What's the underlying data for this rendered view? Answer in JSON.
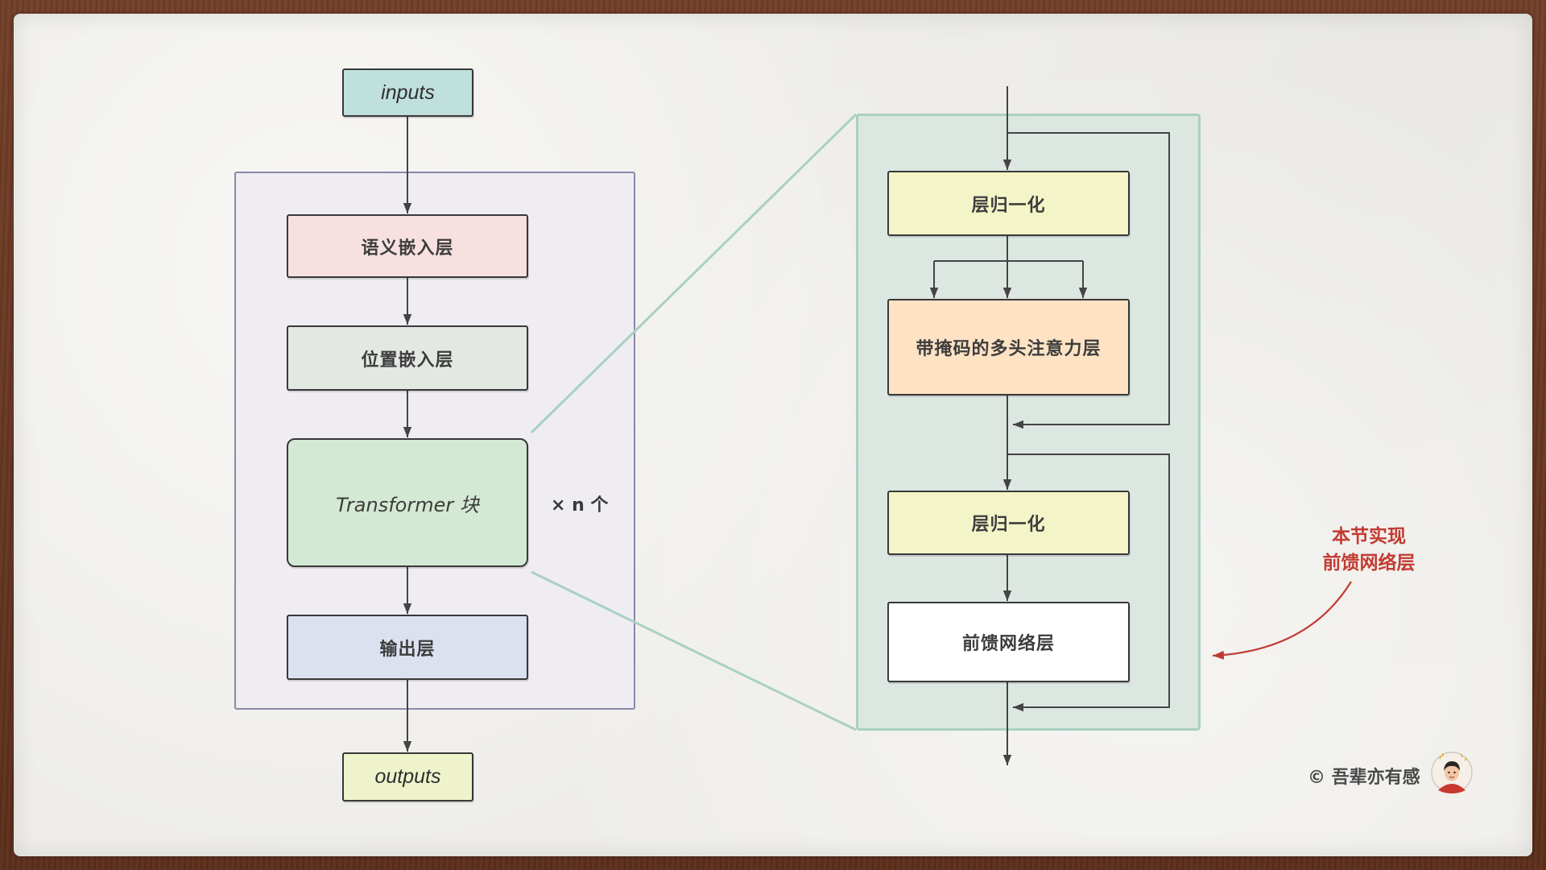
{
  "diagram": {
    "left": {
      "input_label": "inputs",
      "semantic_embedding": "语义嵌入层",
      "position_embedding": "位置嵌入层",
      "transformer_block": "Transformer 块",
      "repeat_label": "× n 个",
      "output_layer": "输出层",
      "output_label": "outputs"
    },
    "detail": {
      "layer_norm_1": "层归一化",
      "masked_attention": "带掩码的多头注意力层",
      "layer_norm_2": "层归一化",
      "feed_forward": "前馈网络层"
    },
    "annotation": {
      "line1": "本节实现",
      "line2": "前馈网络层"
    },
    "credit": "© 吾辈亦有感"
  },
  "colors": {
    "inputs": "#bfe0dd",
    "semantic_embedding": "#f8e0e1",
    "position_embedding": "#e3e8e3",
    "transformer_block": "#d3e9d4",
    "output_layer": "#dce1f0",
    "outputs": "#eef3cc",
    "left_container": "#efedf2",
    "right_container": "#dde7e1",
    "layer_norm": "#f3f5c8",
    "masked_attention": "#fde2c4",
    "feed_forward": "#ffffff",
    "accent_red": "#c23b32",
    "zoom_lines": "#a9d0c3"
  }
}
